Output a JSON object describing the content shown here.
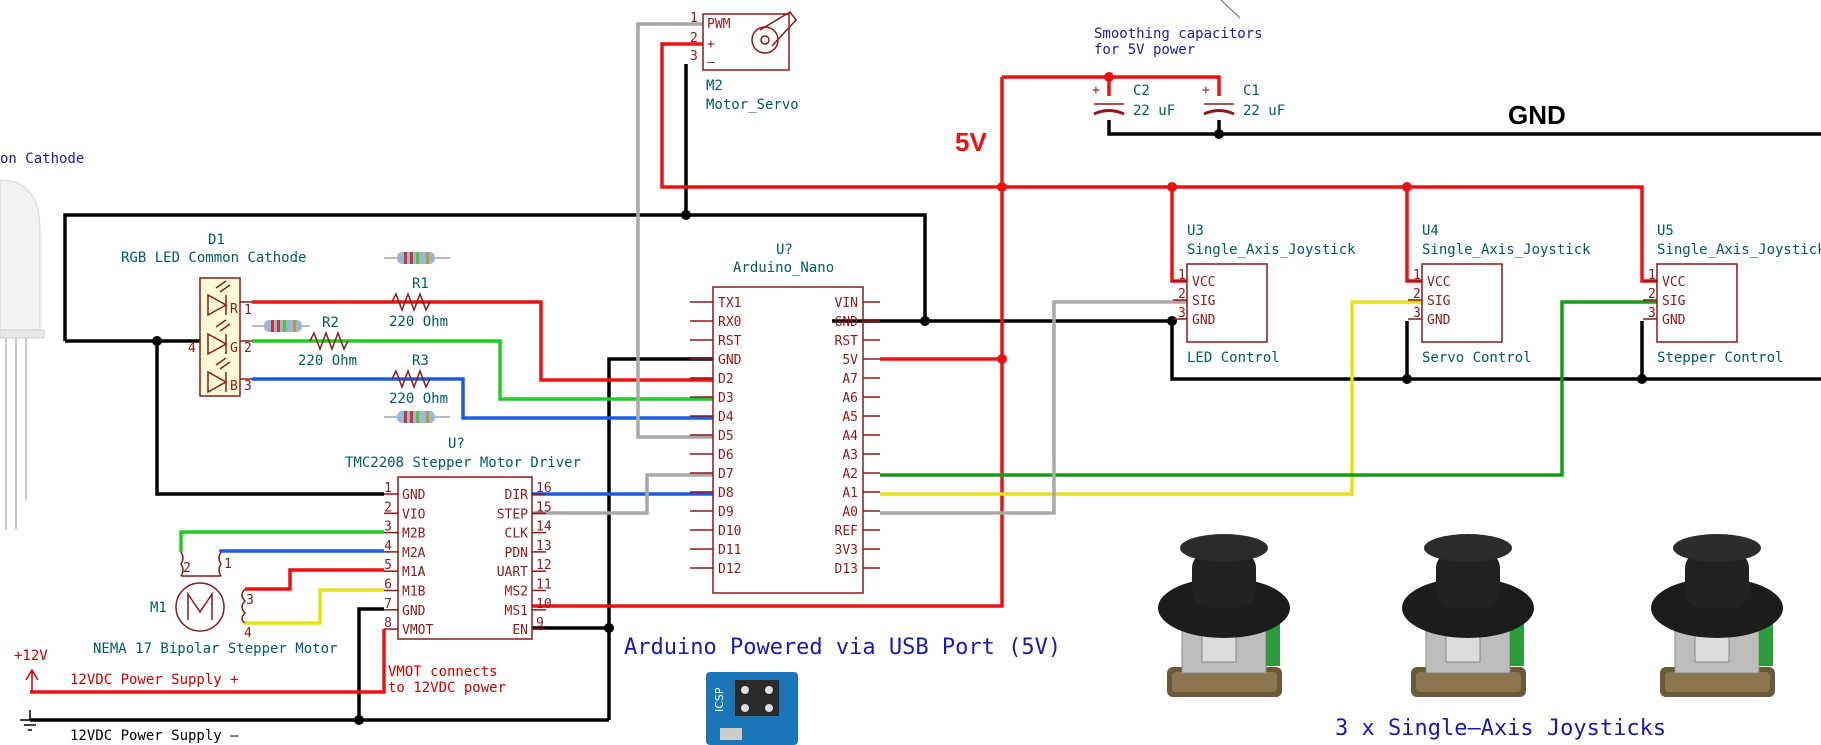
{
  "labels": {
    "net_5v": "5V",
    "net_gnd": "GND",
    "smoothing_caps_line1": "Smoothing capacitors",
    "smoothing_caps_line2": "for 5V power",
    "common_cathode_fragment": "on Cathode",
    "arduino_powered": "Arduino Powered via USB Port (5V)",
    "vmot_note_line1": "VMOT connects",
    "vmot_note_line2": "to 12VDC power",
    "plus12v": "+12V",
    "psu_plus": "12VDC Power Supply +",
    "psu_minus": "12VDC Power Supply –",
    "joysticks_caption": "3 x Single–Axis Joysticks"
  },
  "components": {
    "d1": {
      "ref": "D1",
      "value": "RGB LED Common Cathode",
      "pins": {
        "r": "R",
        "g": "G",
        "b": "B",
        "n1": "1",
        "n2": "2",
        "n3": "3",
        "n4": "4"
      }
    },
    "r1": {
      "ref": "R1",
      "value": "220 Ohm"
    },
    "r2": {
      "ref": "R2",
      "value": "220 Ohm"
    },
    "r3": {
      "ref": "R3",
      "value": "220 Ohm"
    },
    "c1": {
      "ref": "C1",
      "value": "22 uF",
      "plus": "+"
    },
    "c2": {
      "ref": "C2",
      "value": "22 uF",
      "plus": "+"
    },
    "m2": {
      "ref": "M2",
      "value": "Motor_Servo",
      "pins": [
        "PWM",
        "+",
        "–"
      ],
      "nums": [
        "1",
        "2",
        "3"
      ]
    },
    "m1": {
      "ref": "M1",
      "value": "NEMA 17 Bipolar Stepper Motor",
      "nums": [
        "2",
        "1",
        "3",
        "4"
      ]
    },
    "tmc": {
      "ref": "U?",
      "value": "TMC2208 Stepper Motor Driver",
      "left": [
        {
          "num": "1",
          "name": "GND"
        },
        {
          "num": "2",
          "name": "VIO"
        },
        {
          "num": "3",
          "name": "M2B"
        },
        {
          "num": "4",
          "name": "M2A"
        },
        {
          "num": "5",
          "name": "M1A"
        },
        {
          "num": "6",
          "name": "M1B"
        },
        {
          "num": "7",
          "name": "GND"
        },
        {
          "num": "8",
          "name": "VMOT"
        }
      ],
      "right": [
        {
          "num": "16",
          "name": "DIR"
        },
        {
          "num": "15",
          "name": "STEP"
        },
        {
          "num": "14",
          "name": "CLK"
        },
        {
          "num": "13",
          "name": "PDN"
        },
        {
          "num": "12",
          "name": "UART"
        },
        {
          "num": "11",
          "name": "MS2"
        },
        {
          "num": "10",
          "name": "MS1"
        },
        {
          "num": "9",
          "name": "EN"
        }
      ]
    },
    "nano": {
      "ref": "U?",
      "value": "Arduino_Nano",
      "left": [
        "TX1",
        "RX0",
        "RST",
        "GND",
        "D2",
        "D3",
        "D4",
        "D5",
        "D6",
        "D7",
        "D8",
        "D9",
        "D10",
        "D11",
        "D12"
      ],
      "right": [
        "VIN",
        "GND",
        "RST",
        "5V",
        "A7",
        "A6",
        "A5",
        "A4",
        "A3",
        "A2",
        "A1",
        "A0",
        "REF",
        "3V3",
        "D13"
      ]
    },
    "joysticks": [
      {
        "ref": "U3",
        "value": "Single_Axis_Joystick",
        "pins": [
          "VCC",
          "SIG",
          "GND"
        ],
        "nums": [
          "1",
          "2",
          "3"
        ],
        "caption": "LED Control"
      },
      {
        "ref": "U4",
        "value": "Single_Axis_Joystick",
        "pins": [
          "VCC",
          "SIG",
          "GND"
        ],
        "nums": [
          "1",
          "2",
          "3"
        ],
        "caption": "Servo Control"
      },
      {
        "ref": "U5",
        "value": "Single_Axis_Joystick",
        "pins": [
          "VCC",
          "SIG",
          "GND"
        ],
        "nums": [
          "1",
          "2",
          "3"
        ],
        "caption": "Stepper Control"
      }
    ]
  },
  "colors": {
    "power_5v": "#ee1111",
    "ground": "#000000",
    "red_channel": "#ee1111",
    "green_channel": "#22cc22",
    "blue_channel": "#1a5cdd",
    "servo_signal": "#a8a8a8",
    "joystick_servo": "#e6e21a",
    "joystick_stepper": "#1a9a1a",
    "symbol": "#8b1a1a",
    "label": "#005a64"
  }
}
